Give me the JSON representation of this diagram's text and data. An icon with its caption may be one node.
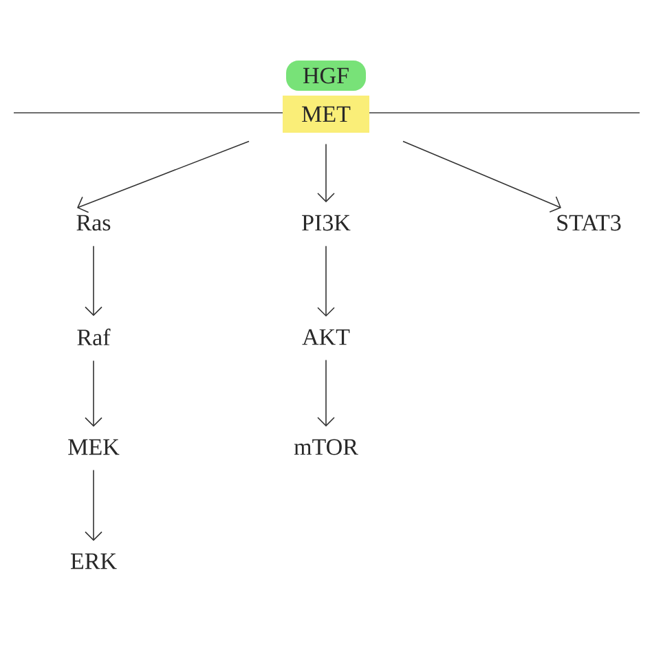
{
  "diagram": {
    "nodes": [
      {
        "text": [
          "HGF"
        ]
      },
      {
        "text": [
          "MET"
        ]
      },
      {
        "text": [
          "Ras"
        ]
      },
      {
        "text": [
          "PI3K"
        ]
      },
      {
        "text": [
          "STAT3"
        ]
      },
      {
        "text": [
          "Raf"
        ]
      },
      {
        "text": [
          "AKT"
        ]
      },
      {
        "text": [
          "MEK"
        ]
      },
      {
        "text": [
          "mTOR"
        ]
      },
      {
        "text": [
          "ERK"
        ]
      }
    ],
    "edges": [
      {
        "from": 1,
        "to": 2,
        "arrow": "to"
      },
      {
        "from": 1,
        "to": 3,
        "arrow": "to"
      },
      {
        "from": 1,
        "to": 4,
        "arrow": "to"
      },
      {
        "from": 2,
        "to": 5,
        "arrow": "to"
      },
      {
        "from": 5,
        "to": 7,
        "arrow": "to"
      },
      {
        "from": 7,
        "to": 9,
        "arrow": "to"
      },
      {
        "from": 3,
        "to": 6,
        "arrow": "to"
      },
      {
        "from": 6,
        "to": 8,
        "arrow": "to"
      }
    ]
  }
}
